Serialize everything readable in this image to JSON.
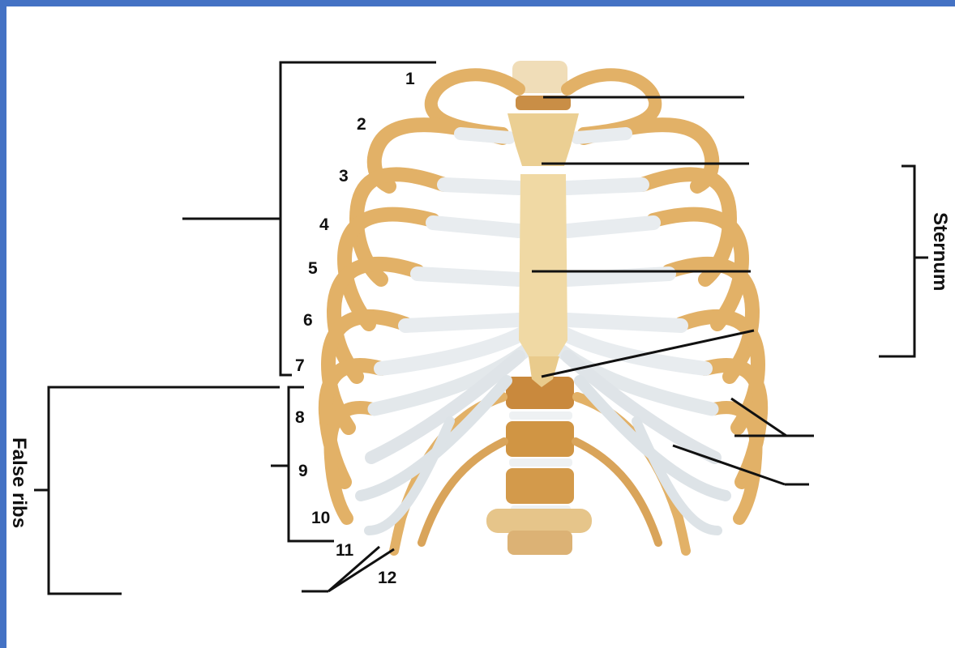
{
  "diagram": {
    "rib_numbers": [
      "1",
      "2",
      "3",
      "4",
      "5",
      "6",
      "7",
      "8",
      "9",
      "10",
      "11",
      "12"
    ],
    "labels": {
      "sternum": "Sternum",
      "false_ribs": "False ribs"
    },
    "colors": {
      "frame": "#4472c4",
      "bone": "#e2b167",
      "bone_dark": "#c48c3e",
      "bone_light": "#f1d9a6",
      "cartilage": "#e8ecef",
      "leader_line": "#111111"
    }
  }
}
